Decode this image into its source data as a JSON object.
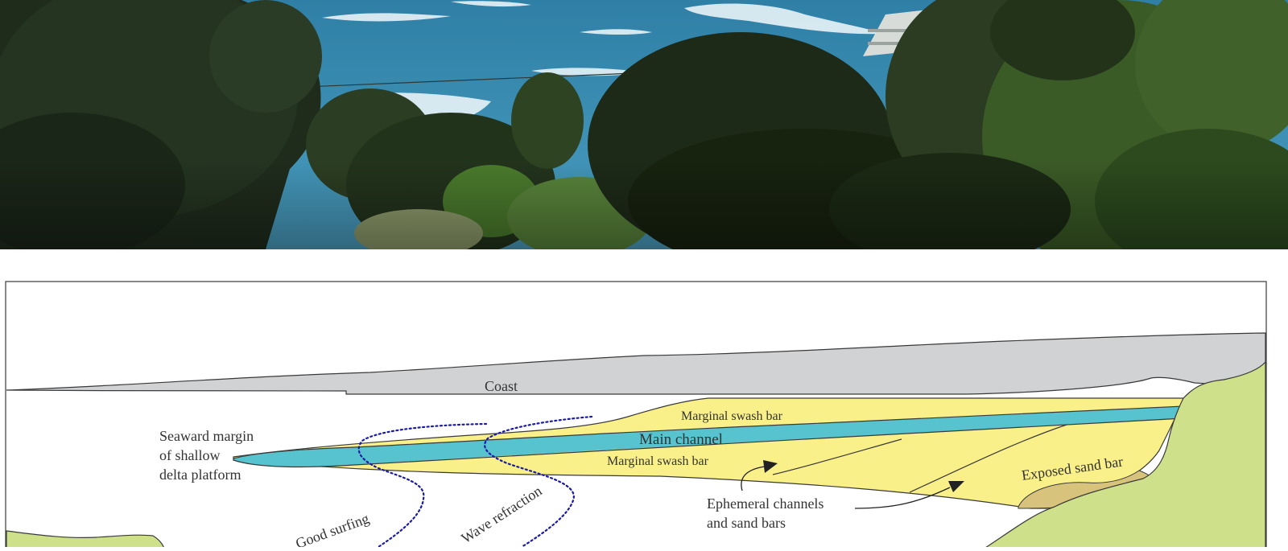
{
  "photo": {
    "subject": "coastal-view"
  },
  "diagram": {
    "labels": {
      "coast": "Coast",
      "marginal_swash_bar_upper": "Marginal swash bar",
      "main_channel": "Main channel",
      "marginal_swash_bar_lower": "Marginal swash bar",
      "seaward_margin_line1": "Seaward margin",
      "seaward_margin_line2": "of shallow",
      "seaward_margin_line3": "delta platform",
      "exposed_sand_bar": "Exposed sand bar",
      "ephemeral_line1": "Ephemeral channels",
      "ephemeral_line2": "and sand bars",
      "good_surfing": "Good surfing",
      "wave_refraction": "Wave refraction"
    },
    "colors": {
      "coast_fill": "#d1d2d4",
      "sand_fill": "#faf08a",
      "channel_fill": "#56c3ce",
      "land_fill": "#cfe08a",
      "exposed_bar_fill": "#d8c37c",
      "wave_line": "#1a1aa8",
      "outline": "#3a3a3a"
    }
  }
}
